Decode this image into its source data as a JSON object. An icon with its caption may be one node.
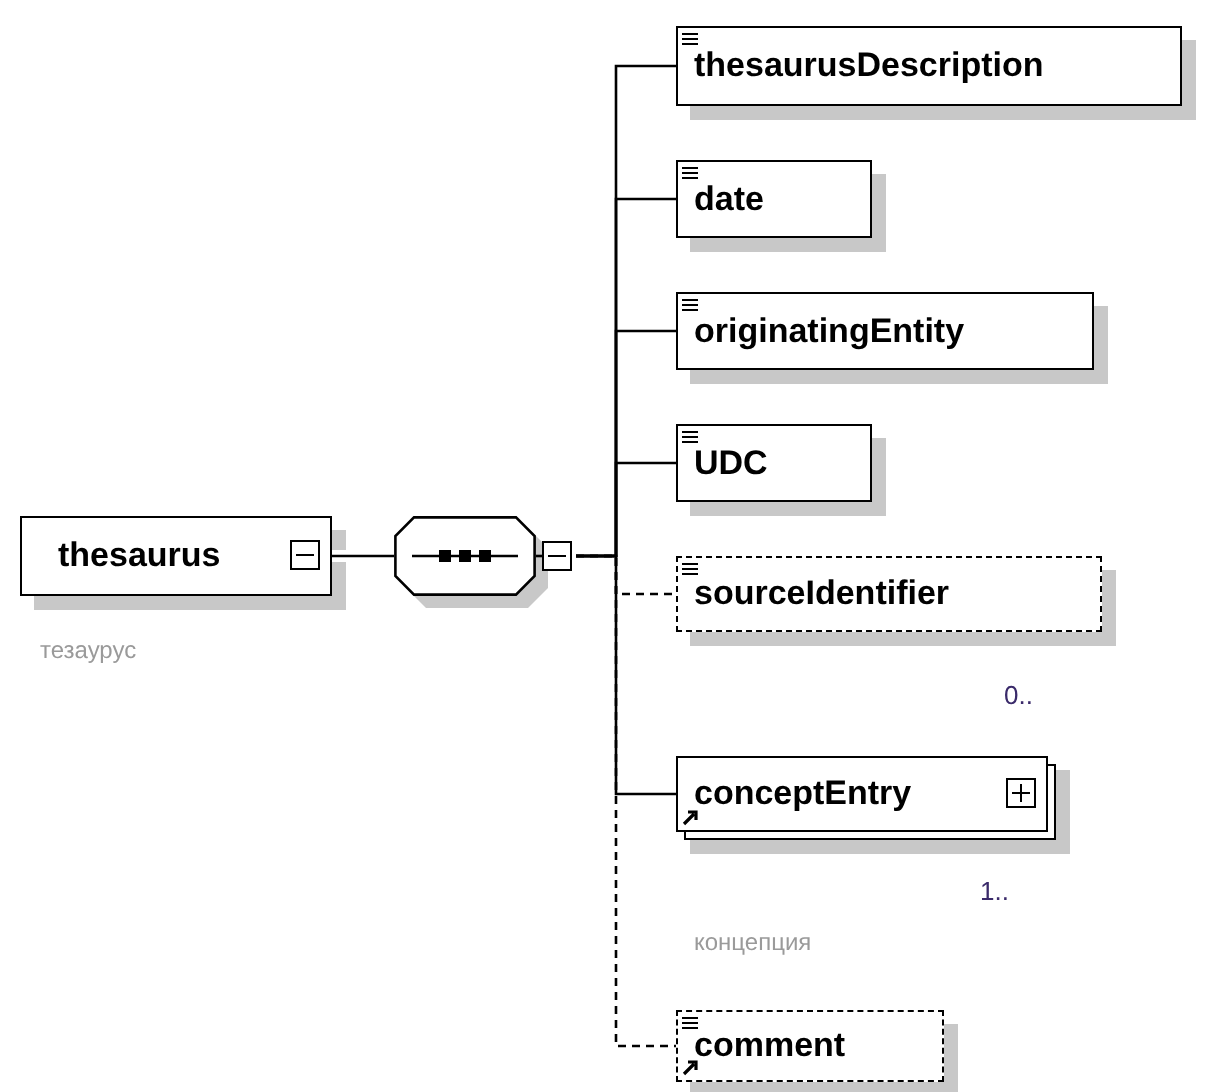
{
  "diagram": {
    "nodes": [
      {
        "text": [
          "thesaurus"
        ],
        "beside": [
          "тезаурус"
        ]
      },
      {
        "text": [],
        "shape": "octagon"
      },
      {
        "text": [
          "thesaurusDescription"
        ]
      },
      {
        "text": [
          "date"
        ]
      },
      {
        "text": [
          "originatingEntity"
        ]
      },
      {
        "text": [
          "UDC"
        ]
      },
      {
        "text": [
          "sourceIdentifier"
        ],
        "beside": [
          "0.."
        ]
      },
      {
        "text": [
          "conceptEntry"
        ],
        "beside": [
          "1.."
        ]
      },
      {
        "text": [
          "comment"
        ]
      }
    ],
    "edges": [
      {
        "from": 0,
        "to": 1,
        "arrow": "none"
      },
      {
        "from": 1,
        "to": 2,
        "arrow": "none"
      },
      {
        "from": 1,
        "to": 3,
        "arrow": "none"
      },
      {
        "from": 1,
        "to": 4,
        "arrow": "none"
      },
      {
        "from": 1,
        "to": 5,
        "arrow": "none"
      },
      {
        "from": 1,
        "to": 6,
        "arrow": "none",
        "style": "dashed"
      },
      {
        "from": 1,
        "to": 7,
        "arrow": "none"
      },
      {
        "from": 1,
        "to": 8,
        "arrow": "none",
        "style": "dashed"
      }
    ],
    "labels": [
      "концепция"
    ]
  }
}
